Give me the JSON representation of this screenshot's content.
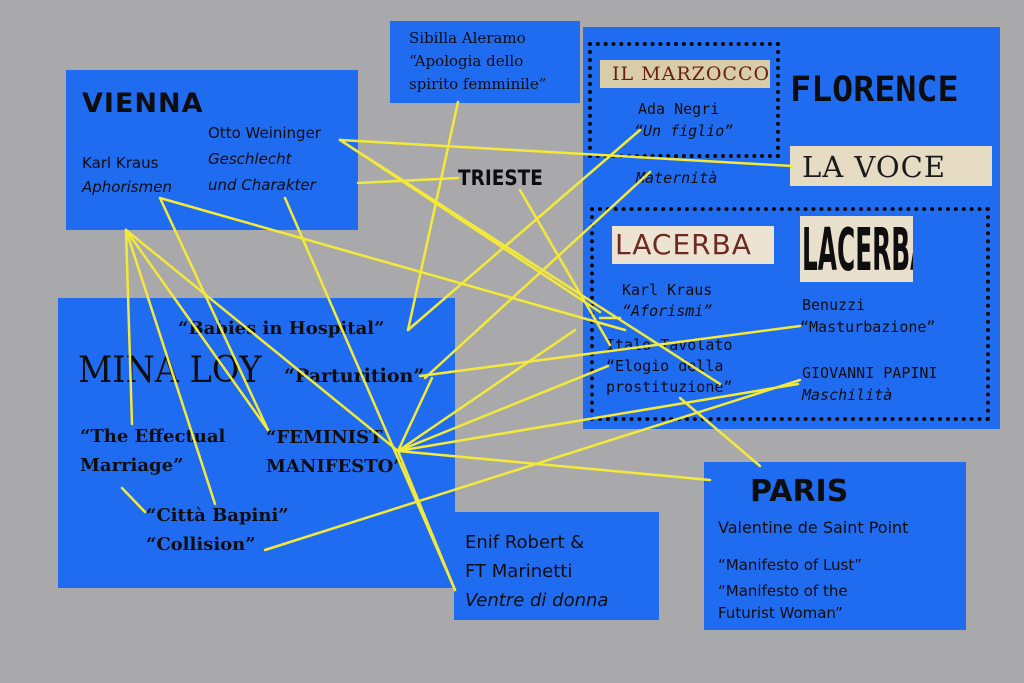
{
  "vienna": {
    "title": "VIENNA",
    "kraus_name": "Karl Kraus",
    "kraus_work": "Aphorismen",
    "weininger_name": "Otto Weininger",
    "weininger_work_1": "Geschlecht",
    "weininger_work_2": "und Charakter"
  },
  "trieste": {
    "title": "TRIESTE"
  },
  "aleramo": {
    "line1": "Sibilla Aleramo",
    "line2": "“Apologia dello",
    "line3": "spirito femminile”"
  },
  "florence": {
    "title": "FLORENCE",
    "marzocco": "IL MARZOCCO",
    "negri_name": "Ada Negri",
    "negri_work": "“Un figlio”",
    "la_voce": "LA VOCE",
    "maternita": "Maternità",
    "lacerba_1": "LACERBA",
    "lacerba_2": "LACERBA",
    "kraus_name": "Karl Kraus",
    "kraus_work": "“Aforismi”",
    "benuzzi_name": "Benuzzi",
    "benuzzi_work": "“Masturbazione”",
    "tavolato_name": "Italo Tavolato",
    "tavolato_work_1": "“Elogio della",
    "tavolato_work_2": "prostituzione”",
    "papini_name": "GIOVANNI PAPINI",
    "papini_work": "Maschilità"
  },
  "loy": {
    "babies": "“Babies in Hospital”",
    "name": "MINA LOY",
    "parturition": "“Parturition”",
    "marriage_1": "“The Effectual",
    "marriage_2": "Marriage”",
    "manifesto_1": "“FEMINIST",
    "manifesto_2": "MANIFESTO”",
    "citta": "“Città Bapini”",
    "collision": "“Collision”"
  },
  "enif": {
    "line1": "Enif Robert &",
    "line2": "FT Marinetti",
    "line3": "Ventre di donna"
  },
  "paris": {
    "title": "PARIS",
    "author": "Valentine de Saint Point",
    "work1": "“Manifesto of Lust”",
    "work2_1": "“Manifesto of the",
    "work2_2": "Futurist Woman”"
  },
  "colors": {
    "background": "#a9a9ab",
    "box": "#1f6cf0",
    "connector": "#f3e93a",
    "clipping": "#e8dcc2"
  }
}
